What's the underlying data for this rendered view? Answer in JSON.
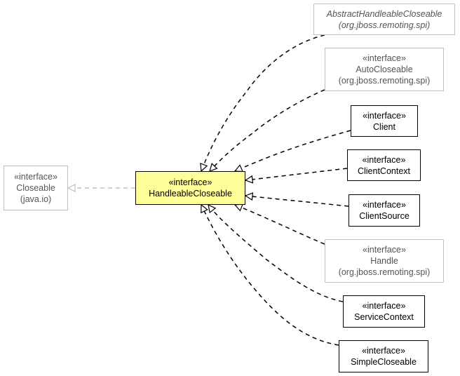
{
  "diagram": {
    "focus": {
      "stereotype": "«interface»",
      "name": "HandleableCloseable"
    },
    "parent": {
      "stereotype": "«interface»",
      "name": "Closeable",
      "package": "(java.io)"
    },
    "implementors": [
      {
        "id": "abstract-handleable-closeable",
        "stereotype": "",
        "name": "AbstractHandleableCloseable",
        "package": "(org.jboss.remoting.spi)",
        "style": "gray",
        "italic": true
      },
      {
        "id": "auto-closeable",
        "stereotype": "«interface»",
        "name": "AutoCloseable",
        "package": "(org.jboss.remoting.spi)",
        "style": "gray",
        "italic": false
      },
      {
        "id": "client",
        "stereotype": "«interface»",
        "name": "Client",
        "package": "",
        "style": "dark",
        "italic": false
      },
      {
        "id": "client-context",
        "stereotype": "«interface»",
        "name": "ClientContext",
        "package": "",
        "style": "dark",
        "italic": false
      },
      {
        "id": "client-source",
        "stereotype": "«interface»",
        "name": "ClientSource",
        "package": "",
        "style": "dark",
        "italic": false
      },
      {
        "id": "handle",
        "stereotype": "«interface»",
        "name": "Handle",
        "package": "(org.jboss.remoting.spi)",
        "style": "gray",
        "italic": false
      },
      {
        "id": "service-context",
        "stereotype": "«interface»",
        "name": "ServiceContext",
        "package": "",
        "style": "dark",
        "italic": false
      },
      {
        "id": "simple-closeable",
        "stereotype": "«interface»",
        "name": "SimpleCloseable",
        "package": "",
        "style": "dark",
        "italic": false
      }
    ]
  }
}
